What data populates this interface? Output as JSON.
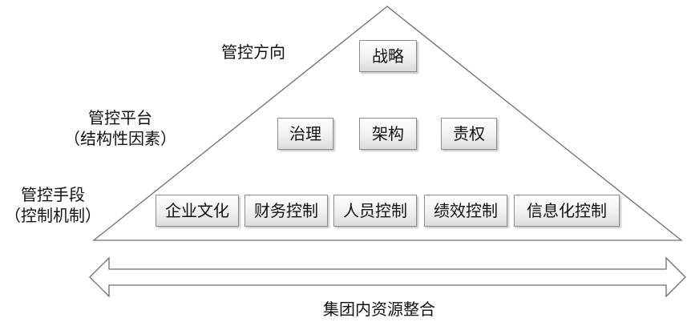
{
  "levels": {
    "direction": {
      "label": "管控方向"
    },
    "platform": {
      "label_line1": "管控平台",
      "label_line2": "（结构性因素）"
    },
    "means": {
      "label_line1": "管控手段",
      "label_line2": "（控制机制）"
    }
  },
  "boxes": {
    "strategy": "战略",
    "governance": "治理",
    "structure": "架构",
    "authority": "责权",
    "culture": "企业文化",
    "finance": "财务控制",
    "personnel": "人员控制",
    "performance": "绩效控制",
    "informatization": "信息化控制"
  },
  "footer": {
    "label": "集团内资源整合"
  },
  "colors": {
    "line": "#6f6f6f",
    "box_border": "#8c8c8c",
    "text": "#111111"
  }
}
